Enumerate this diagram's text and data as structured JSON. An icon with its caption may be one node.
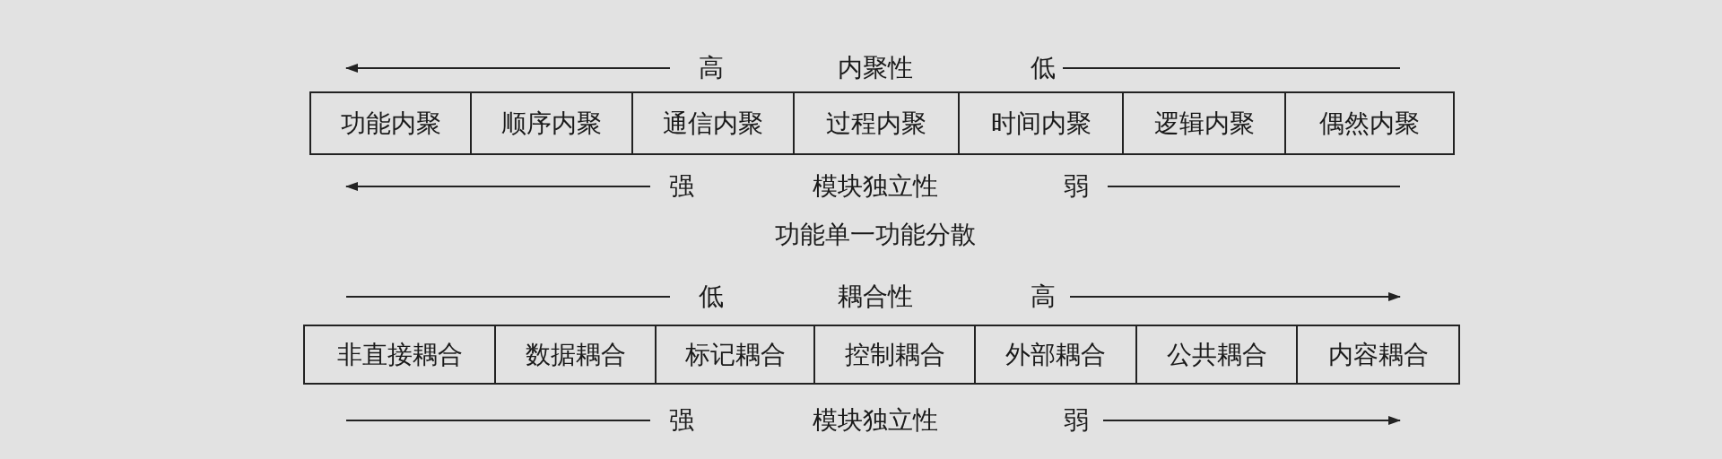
{
  "diagram": {
    "nodes": [
      {
        "text": [
          "功能内聚"
        ]
      },
      {
        "text": [
          "顺序内聚"
        ]
      },
      {
        "text": [
          "通信内聚"
        ]
      },
      {
        "text": [
          "过程内聚"
        ]
      },
      {
        "text": [
          "时间内聚"
        ]
      },
      {
        "text": [
          "逻辑内聚"
        ]
      },
      {
        "text": [
          "偶然内聚"
        ]
      },
      {
        "text": [
          "非直接耦合"
        ]
      },
      {
        "text": [
          "数据耦合"
        ]
      },
      {
        "text": [
          "标记耦合"
        ]
      },
      {
        "text": [
          "控制耦合"
        ]
      },
      {
        "text": [
          "外部耦合"
        ]
      },
      {
        "text": [
          "公共耦合"
        ]
      },
      {
        "text": [
          "内容耦合"
        ]
      }
    ],
    "labels": [
      "高",
      "内聚性",
      "低",
      "强",
      "模块独立性",
      "弱",
      "功能单一功能分散",
      "低",
      "耦合性",
      "高",
      "强",
      "模块独立性",
      "弱"
    ]
  }
}
